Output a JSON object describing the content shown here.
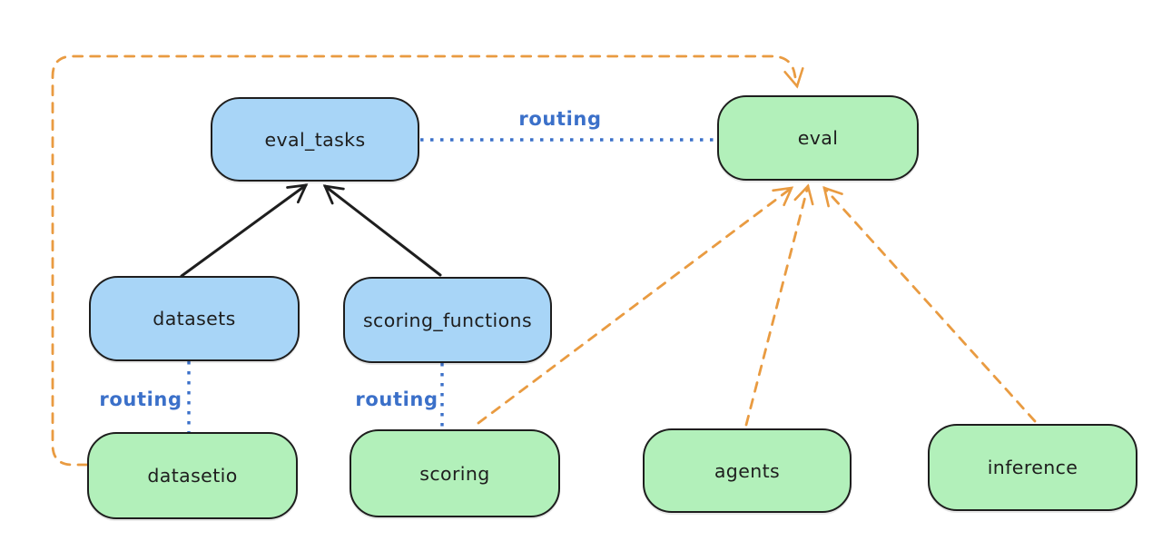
{
  "diagram": {
    "nodes": {
      "eval_tasks": {
        "label": "eval_tasks",
        "kind": "registry",
        "fill": "blue"
      },
      "eval": {
        "label": "eval",
        "kind": "api",
        "fill": "green"
      },
      "datasets": {
        "label": "datasets",
        "kind": "registry",
        "fill": "blue"
      },
      "scoring_functions": {
        "label": "scoring_functions",
        "kind": "registry",
        "fill": "blue"
      },
      "datasetio": {
        "label": "datasetio",
        "kind": "api",
        "fill": "green"
      },
      "scoring": {
        "label": "scoring",
        "kind": "api",
        "fill": "green"
      },
      "agents": {
        "label": "agents",
        "kind": "api",
        "fill": "green"
      },
      "inference": {
        "label": "inference",
        "kind": "api",
        "fill": "green"
      }
    },
    "edge_labels": {
      "eval_tasks_eval": "routing",
      "datasets_datasetio": "routing",
      "scoring_functions_scoring": "routing"
    },
    "edges": [
      {
        "from": "datasets",
        "to": "eval_tasks",
        "style": "solid",
        "color": "black",
        "arrow": true
      },
      {
        "from": "scoring_functions",
        "to": "eval_tasks",
        "style": "solid",
        "color": "black",
        "arrow": true
      },
      {
        "from": "eval_tasks",
        "to": "eval",
        "style": "dotted",
        "color": "blue",
        "arrow": false,
        "label": "routing"
      },
      {
        "from": "datasets",
        "to": "datasetio",
        "style": "dotted",
        "color": "blue",
        "arrow": false,
        "label": "routing"
      },
      {
        "from": "scoring_functions",
        "to": "scoring",
        "style": "dotted",
        "color": "blue",
        "arrow": false,
        "label": "routing"
      },
      {
        "from": "datasetio",
        "to": "eval",
        "style": "dashed",
        "color": "orange",
        "arrow": true,
        "route": "around-left-and-top"
      },
      {
        "from": "scoring",
        "to": "eval",
        "style": "dashed",
        "color": "orange",
        "arrow": true
      },
      {
        "from": "agents",
        "to": "eval",
        "style": "dashed",
        "color": "orange",
        "arrow": true
      },
      {
        "from": "inference",
        "to": "eval",
        "style": "dashed",
        "color": "orange",
        "arrow": true
      }
    ]
  },
  "colors": {
    "background": "#ffffff",
    "node_blue_fill": "#a8d5f7",
    "node_green_fill": "#b2f0ba",
    "node_border": "#1e1e1e",
    "label_text": "#1e1e1e",
    "edge_black": "#1e1e1e",
    "edge_blue": "#3b70c9",
    "edge_orange": "#e99b41"
  }
}
